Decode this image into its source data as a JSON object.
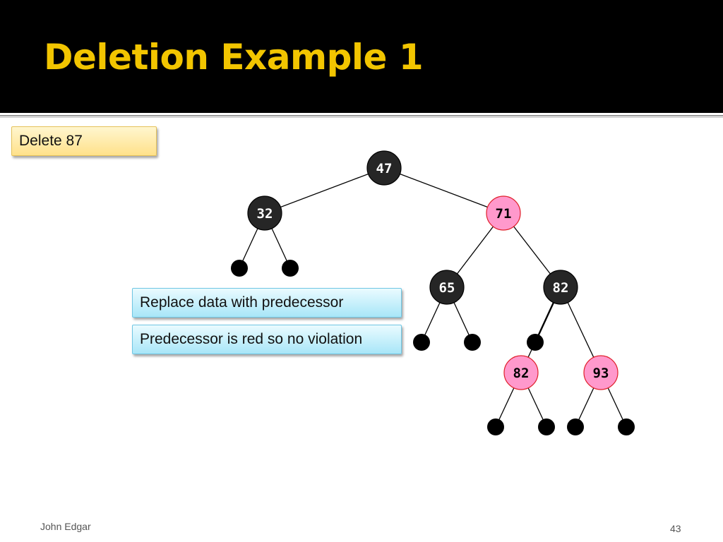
{
  "slide": {
    "title": "Deletion Example 1",
    "footer_author": "John Edgar",
    "page_number": "43"
  },
  "callouts": {
    "delete_label": "Delete 87",
    "step1": "Replace data with predecessor",
    "step2": "Predecessor is red so no violation"
  },
  "colors": {
    "header_bg": "#000000",
    "title": "#f2c500",
    "black_node": "#262626",
    "red_node_fill": "#ff99cc",
    "red_node_stroke": "#e0202a",
    "black_node_label": "#ffffff",
    "red_node_label": "#000000"
  },
  "tree": {
    "nodes": [
      {
        "id": "n47",
        "label": "47",
        "color": "black"
      },
      {
        "id": "n32",
        "label": "32",
        "color": "black",
        "parent": "n47"
      },
      {
        "id": "n71",
        "label": "71",
        "color": "red",
        "parent": "n47"
      },
      {
        "id": "n65",
        "label": "65",
        "color": "black",
        "parent": "n71"
      },
      {
        "id": "n82",
        "label": "82",
        "color": "black",
        "parent": "n71"
      },
      {
        "id": "n82b",
        "label": "82",
        "color": "red",
        "parent": "n82"
      },
      {
        "id": "n93",
        "label": "93",
        "color": "red",
        "parent": "n82"
      }
    ],
    "null_leaves": [
      {
        "id": "l32a",
        "parent": "n32"
      },
      {
        "id": "l32b",
        "parent": "n32"
      },
      {
        "id": "l65a",
        "parent": "n65"
      },
      {
        "id": "l65b",
        "parent": "n65"
      },
      {
        "id": "l82",
        "parent": "n82"
      },
      {
        "id": "l82ba",
        "parent": "n82b"
      },
      {
        "id": "l82bb",
        "parent": "n82b"
      },
      {
        "id": "l93a",
        "parent": "n93"
      },
      {
        "id": "l93b",
        "parent": "n93"
      }
    ]
  }
}
